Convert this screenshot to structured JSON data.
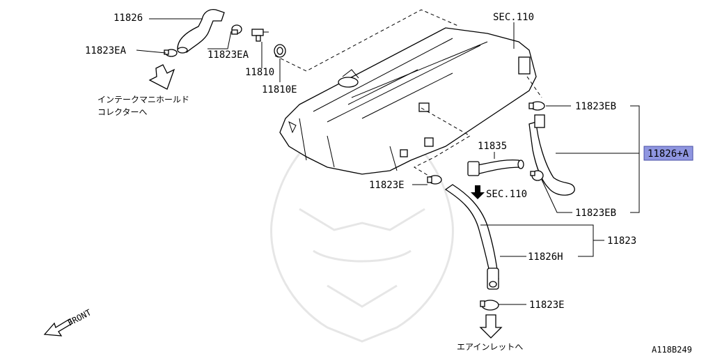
{
  "diagram": {
    "labels": {
      "p11826": "11826",
      "p11823EA_left": "11823EA",
      "p11823EA_mid": "11823EA",
      "p11810": "11810",
      "p11810E": "11810E",
      "sec110_top": "SEC.110",
      "p11823EB_top": "11823EB",
      "p11826A": "11826+A",
      "p11835": "11835",
      "p11823E_mid": "11823E",
      "sec110_mid": "SEC.110",
      "p11823EB_bottom": "11823EB",
      "p11823": "11823",
      "p11826H": "11826H",
      "p11823E_bottom": "11823E",
      "front": "FRONT",
      "note_intake_line1": "インテークマニホールド",
      "note_intake_line2": "コレクターへ",
      "note_air_inlet": "エアインレットへ",
      "figure_code": "A118B249"
    },
    "highlight_color": "#8f96e0"
  }
}
